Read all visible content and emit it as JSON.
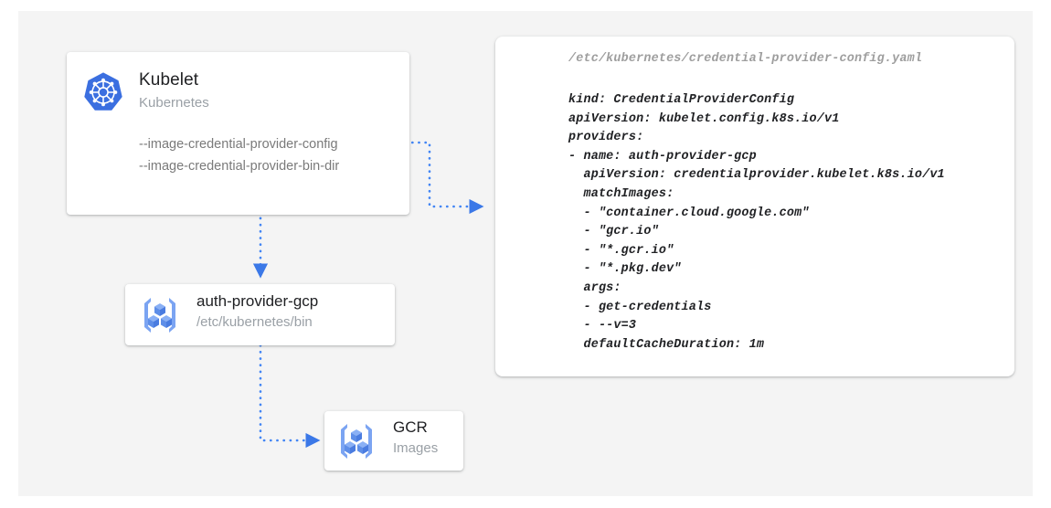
{
  "canvas": {
    "background": "#f4f4f4",
    "page_background": "#ffffff",
    "accent_color": "#4285f4",
    "text_primary": "#202124",
    "text_secondary": "#9aa0a6"
  },
  "kubelet_card": {
    "icon": "kubernetes-logo-icon",
    "title": "Kubelet",
    "subtitle": "Kubernetes",
    "flags": [
      "--image-credential-provider-config",
      "--image-credential-provider-bin-dir"
    ]
  },
  "auth_provider_card": {
    "icon": "container-registry-icon",
    "title": "auth-provider-gcp",
    "subtitle": "/etc/kubernetes/bin"
  },
  "gcr_card": {
    "icon": "container-registry-icon",
    "title": "GCR",
    "subtitle": "Images"
  },
  "code_card": {
    "path": "/etc/kubernetes/credential-provider-config.yaml",
    "lines": [
      "kind: CredentialProviderConfig",
      "apiVersion: kubelet.config.k8s.io/v1",
      "providers:",
      "- name: auth-provider-gcp",
      "  apiVersion: credentialprovider.kubelet.k8s.io/v1",
      "  matchImages:",
      "  - \"container.cloud.google.com\"",
      "  - \"gcr.io\"",
      "  - \"*.gcr.io\"",
      "  - \"*.pkg.dev\"",
      "  args:",
      "  - get-credentials",
      "  - --v=3",
      "  defaultCacheDuration: 1m"
    ]
  },
  "connectors": [
    {
      "name": "kubelet-to-config-file",
      "style": "dotted-arrow",
      "color": "#4285f4"
    },
    {
      "name": "kubelet-to-auth-provider",
      "style": "dotted-arrow",
      "color": "#4285f4"
    },
    {
      "name": "auth-provider-to-gcr",
      "style": "dotted-arrow",
      "color": "#4285f4"
    }
  ]
}
